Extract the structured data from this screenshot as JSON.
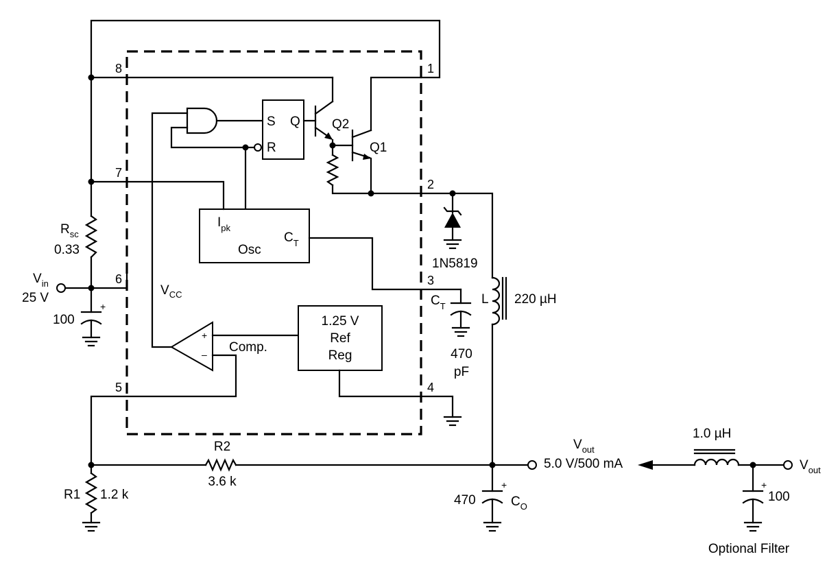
{
  "pins": {
    "p1": "1",
    "p2": "2",
    "p3": "3",
    "p4": "4",
    "p5": "5",
    "p6": "6",
    "p7": "7",
    "p8": "8"
  },
  "ic": {
    "latch_s": "S",
    "latch_q": "Q",
    "latch_r": "R",
    "q2": "Q2",
    "q1": "Q1",
    "ipk": "I",
    "ipk_sub": "pk",
    "osc": "Osc",
    "ct": "C",
    "ct_sub": "T",
    "vcc": "V",
    "vcc_sub": "CC",
    "comp": "Comp.",
    "plus": "+",
    "minus": "–",
    "ref_line1": "1.25 V",
    "ref_line2": "Ref",
    "ref_line3": "Reg"
  },
  "components": {
    "rsc_name": "R",
    "rsc_sub": "sc",
    "rsc_value": "0.33",
    "vin_name": "V",
    "vin_sub": "in",
    "vin_value": "25 V",
    "cin_value": "100",
    "cap_plus": "+",
    "diode": "1N5819",
    "ct_name": "C",
    "ct_sub": "T",
    "ct_value_1": "470",
    "ct_value_2": "pF",
    "inductor_name": "L",
    "inductor_value": "220 µH",
    "r2_name": "R2",
    "r2_value": "3.6 k",
    "r1_name": "R1",
    "r1_value": "1.2 k",
    "co_value": "470",
    "co_name": "C",
    "co_sub": "O",
    "vout_name": "V",
    "vout_sub": "out",
    "vout_spec": "5.0 V/500 mA",
    "filter_l": "1.0 µH",
    "filter_c": "100",
    "vout2_name": "V",
    "vout2_sub": "out",
    "filter_label": "Optional Filter"
  }
}
